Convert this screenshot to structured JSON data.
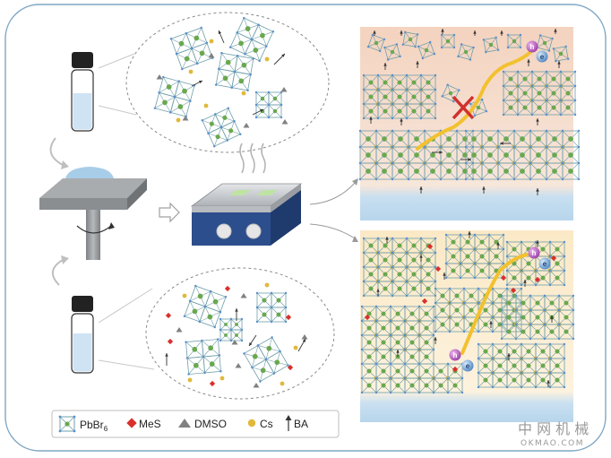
{
  "legend": {
    "pbbr6": "PbBr",
    "pbbr6_sub": "6",
    "mes": "MeS",
    "dmso": "DMSO",
    "cs": "Cs",
    "ba": "BA"
  },
  "charge_labels": {
    "hole": "h",
    "electron": "e"
  },
  "watermark": {
    "line1": "中 网 机 械",
    "line2": "OKMAO.COM"
  },
  "colors": {
    "frame": "#7fa7c4",
    "octahedron_edge": "#6f9fa9",
    "pb_center": "#6aa84f",
    "br_vertex": "#5b8fcf",
    "cs": "#e0b93a",
    "mes": "#d9302c",
    "dmso": "#808080",
    "ba_arrow": "#333333",
    "carrier_path": "#f2c12e",
    "hole": "#c060c0",
    "electron": "#6aa0d8",
    "top_panel_bg": "#f6dcc9",
    "bottom_panel_bg": "#fbefd2",
    "substrate": "#bcd8ee",
    "hotplate_body": "#2d4e8c",
    "hotplate_top": "#c9ccd0",
    "film_patch": "#bfe3a3",
    "spin_coater": "#8f9396",
    "droplet": "#a8cde8",
    "vial_liquid": "#cfe3f3",
    "vial_cap": "#222222",
    "cross": "#d0312d"
  }
}
